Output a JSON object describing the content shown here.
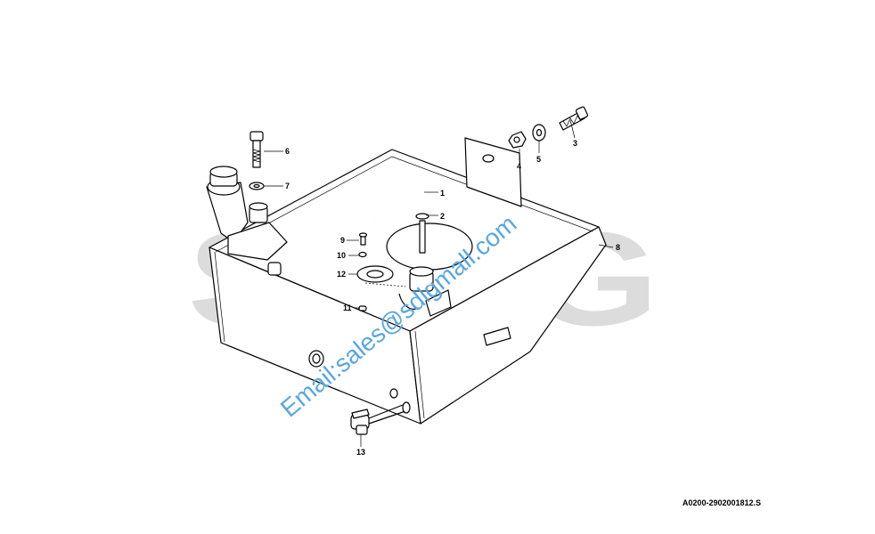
{
  "watermark": {
    "brand": "SDLG",
    "email": "Email:sales@sdlgmall.com"
  },
  "document": {
    "reference": "A0200-2902001812.S"
  },
  "callouts": [
    "1",
    "2",
    "3",
    "4",
    "5",
    "6",
    "7",
    "8",
    "9",
    "10",
    "11",
    "12",
    "13"
  ]
}
